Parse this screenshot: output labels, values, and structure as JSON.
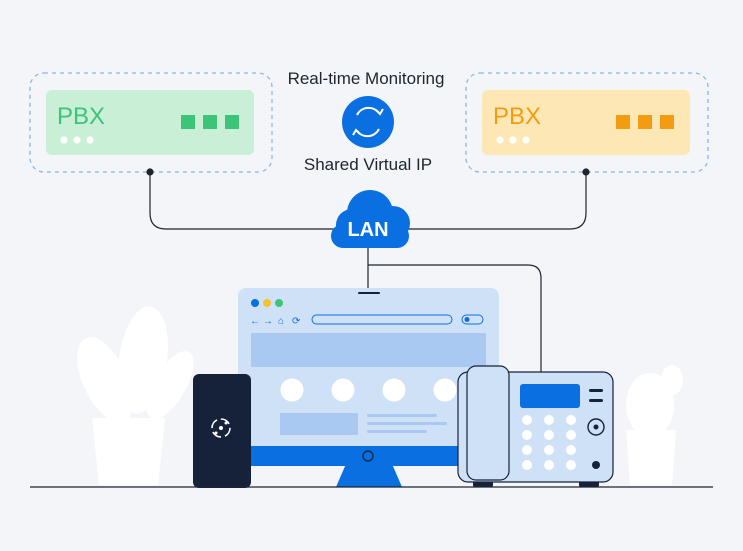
{
  "labels": {
    "top": "Real-time Monitoring",
    "bottom": "Shared Virtual IP",
    "cloud": "LAN"
  },
  "pbx_left": {
    "label": "PBX",
    "color": "#3cc477",
    "panel": "#c9efd7"
  },
  "pbx_right": {
    "label": "PBX",
    "color": "#f39c12",
    "panel": "#fde8b5"
  },
  "colors": {
    "primary": "#0a6fe0",
    "monitor_light": "#cfe1f7",
    "monitor_mid": "#a9c9f2",
    "dark": "#16223a",
    "line": "#1d2530"
  },
  "icons": {
    "sync": "sync-icon",
    "phone_logo": "app-logo-icon"
  }
}
